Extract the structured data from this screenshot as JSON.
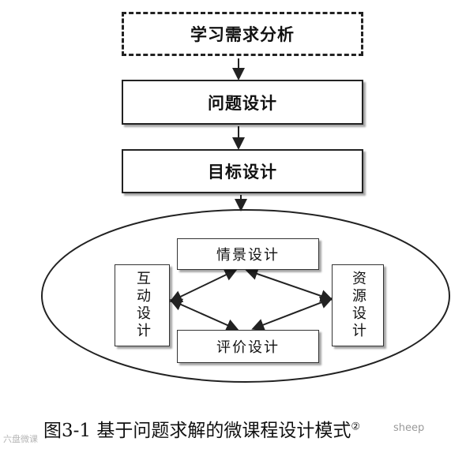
{
  "nodes": {
    "needs_analysis": "学习需求分析",
    "problem_design": "问题设计",
    "goal_design": "目标设计",
    "scenario_design": "情景设计",
    "evaluation_design": "评价设计",
    "interaction_design": "互动设计",
    "resource_design": "资源设计"
  },
  "caption": {
    "text": "图3-1 基于问题求解的微课程设计模式",
    "footnote_mark": "②"
  },
  "watermarks": {
    "left": "六盘微课",
    "right": "sheep"
  }
}
